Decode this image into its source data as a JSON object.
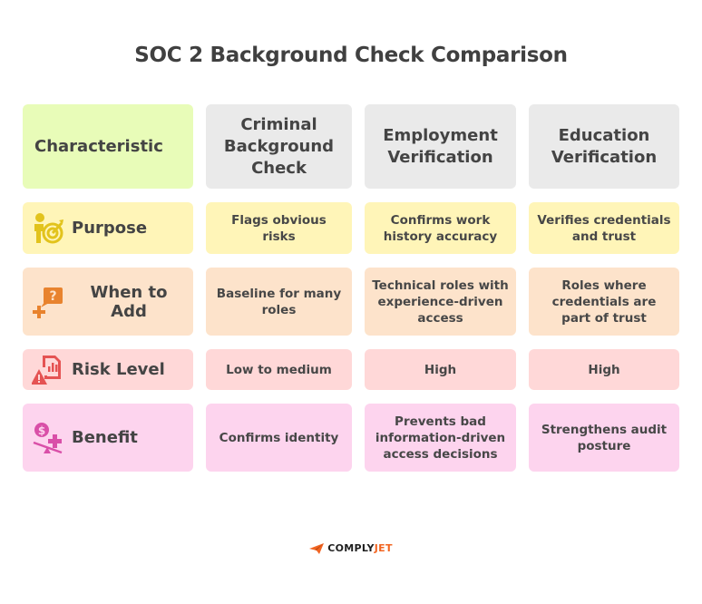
{
  "title": "SOC 2 Background Check Comparison",
  "headers": [
    "Characteristic",
    "Criminal Background Check",
    "Employment Verification",
    "Education Verification"
  ],
  "header_lines": {
    "criminal": [
      "Criminal",
      "Background",
      "Check"
    ],
    "employment": [
      "Employment",
      "Verification"
    ],
    "education": [
      "Education",
      "Verification"
    ]
  },
  "rows": [
    {
      "label": "Purpose",
      "icon": "person-target-icon",
      "color": "#fff5b8",
      "icon_color": "#e2c31c",
      "values": [
        "Flags obvious risks",
        "Confirms work history accuracy",
        "Verifies credentials and trust"
      ]
    },
    {
      "label": "When to Add",
      "icon": "plus-question-icon",
      "color": "#fde3cb",
      "icon_color": "#e8832e",
      "values": [
        "Baseline for many roles",
        "Technical roles with experience-driven access",
        "Roles where credentials are part of trust"
      ]
    },
    {
      "label": "Risk Level",
      "icon": "risk-report-icon",
      "color": "#ffd8d8",
      "icon_color": "#e55353",
      "values": [
        "Low to medium",
        "High",
        "High"
      ]
    },
    {
      "label": "Benefit",
      "icon": "money-balance-icon",
      "color": "#fdd4ee",
      "icon_color": "#d94fa8",
      "values": [
        "Confirms identity",
        "Prevents bad information-driven access decisions",
        "Strengthens audit posture"
      ]
    }
  ],
  "colors": {
    "header_first": "#e8fcb8",
    "header_other": "#eaeaea"
  },
  "logo": {
    "part1": "COMPLY",
    "part2": "JET"
  }
}
